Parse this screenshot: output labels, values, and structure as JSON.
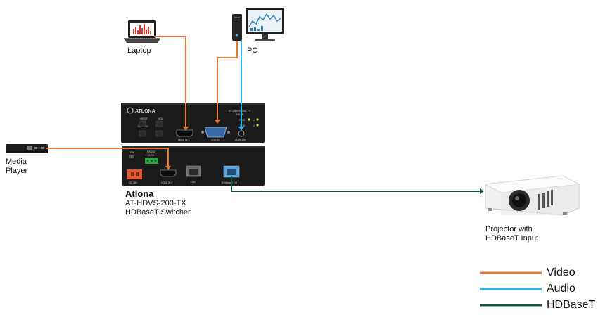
{
  "devices": {
    "laptop": {
      "label": "Laptop"
    },
    "pc": {
      "label": "PC"
    },
    "media_player": {
      "label_line1": "Media",
      "label_line2": "Player"
    },
    "switcher": {
      "brand": "Atlona",
      "model": "AT-HDVS-200-TX",
      "description": "HDBaseT Switcher",
      "panel_brand": "ATLONA",
      "panel_model": "AT-HDVS-200-TX",
      "panel_sub": "HDMI",
      "front_labels": {
        "input": "INPUT",
        "vol": "VOL",
        "display": "DISPLAY",
        "hdmi_in_1": "HDMI IN 1",
        "vga_in": "VGA IN",
        "audio_in": "AUDIO IN",
        "pwr": "PWR",
        "vga_led": "VGA",
        "led_1": "1",
        "led_2": "2"
      },
      "rear_labels": {
        "fw": "FW",
        "rs232": "RS-232",
        "rs232_pins": "+ TX RX",
        "dc48v": "DC 48V",
        "hdmi_in_2": "HDMI IN 2",
        "lan": "LAN",
        "hdbaset_out": "HDBaseT OUT"
      }
    },
    "projector": {
      "label_line1": "Projector with",
      "label_line2": "HDBaseT Input"
    }
  },
  "legend": [
    {
      "label": "Video",
      "color": "#e07b39"
    },
    {
      "label": "Audio",
      "color": "#29b5e8"
    },
    {
      "label": "HDBaseT",
      "color": "#0d5c3f"
    }
  ],
  "colors": {
    "video": "#e07b39",
    "audio": "#29b5e8",
    "hdbaset": "#0d5c3f",
    "chassis": "#1b1b1b"
  }
}
